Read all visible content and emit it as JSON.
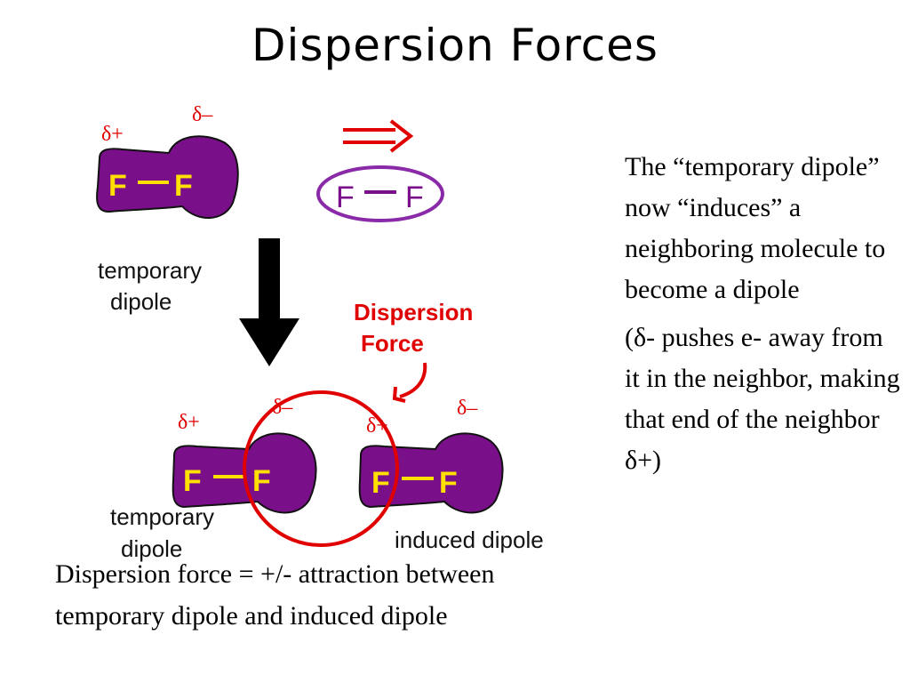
{
  "title": "Dispersion Forces",
  "diagram": {
    "top_molecule": {
      "label_left": "F",
      "label_right": "F",
      "charge_left": "δ+",
      "charge_right": "δ–",
      "caption_line1": "temporary",
      "caption_line2": "dipole"
    },
    "neighbor_molecule": {
      "label_left": "F",
      "label_right": "F"
    },
    "bottom_left_molecule": {
      "label_left": "F",
      "label_right": "F",
      "charge_left": "δ+",
      "charge_right": "δ–",
      "caption_line1": "temporary",
      "caption_line2": "dipole"
    },
    "bottom_right_molecule": {
      "label_left": "F",
      "label_right": "F",
      "charge_left": "δ+",
      "charge_right": "δ–",
      "caption": "induced dipole"
    },
    "dispersion_label_line1": "Dispersion",
    "dispersion_label_line2": "Force"
  },
  "side_text": {
    "para1": "The “temporary dipole” now “induces” a neighboring molecule to become a dipole",
    "para2": "(δ- pushes e- away from it in the neighbor, making that end of the neighbor δ+)"
  },
  "bottom_text": "Dispersion force = +/- attraction between temporary dipole and induced dipole",
  "colors": {
    "molecule": "#7a0f8a",
    "outline": "#111111",
    "bond_label": "#ffe000",
    "accent_red": "#e00000",
    "ellipse_outline": "#8a2aa8"
  }
}
